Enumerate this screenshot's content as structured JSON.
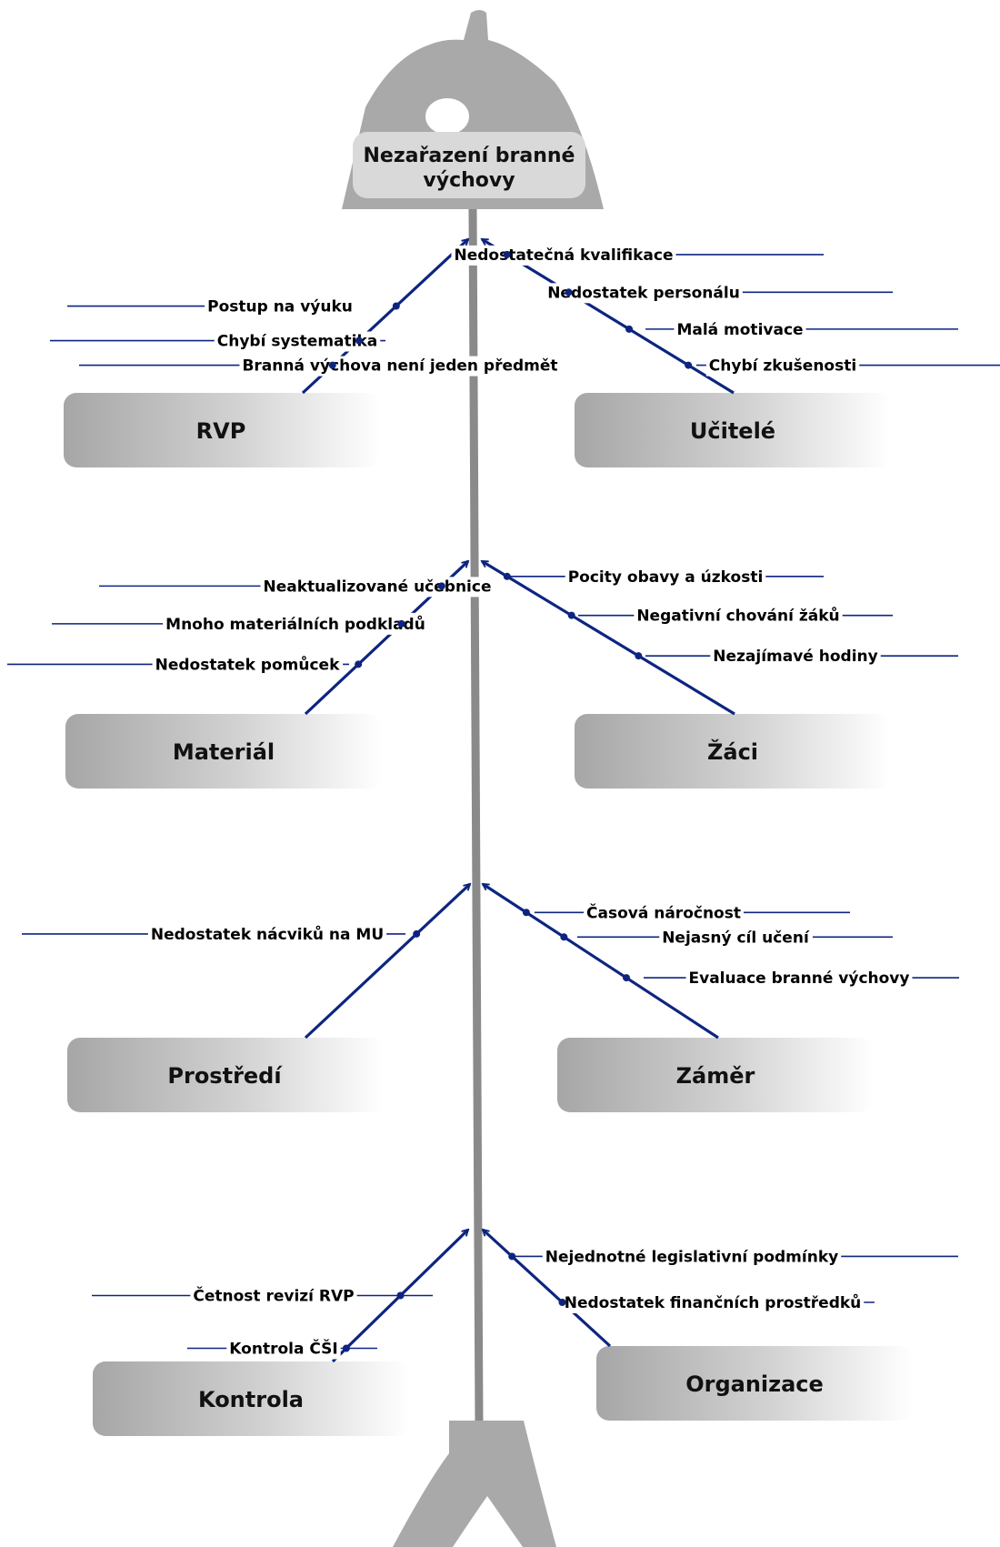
{
  "problem": {
    "line1": "Nezařazení branné",
    "line2": "výchovy"
  },
  "colors": {
    "bone": "#8a8a8a",
    "fish": "#a9a9a9",
    "arrow": "#0d2580",
    "box_dark": "#a6a6a6",
    "box_light": "#ffffff"
  },
  "categories": [
    {
      "id": "rvp",
      "label": "RVP",
      "side": "left",
      "causes": [
        "Branná výchova není jeden předmět",
        "Chybí systematika",
        "Postup na výuku"
      ]
    },
    {
      "id": "ucitele",
      "label": "Učitelé",
      "side": "right",
      "causes": [
        "Nedostatečná kvalifikace",
        "Nedostatek personálu",
        "Malá motivace",
        "Chybí zkušenosti"
      ]
    },
    {
      "id": "material",
      "label": "Materiál",
      "side": "left",
      "causes": [
        "Neaktualizované učebnice",
        "Mnoho materiálních podkladů",
        "Nedostatek pomůcek"
      ]
    },
    {
      "id": "zaci",
      "label": "Žáci",
      "side": "right",
      "causes": [
        "Pocity obavy a úzkosti",
        "Negativní chování žáků",
        "Nezajímavé hodiny"
      ]
    },
    {
      "id": "prostredi",
      "label": "Prostředí",
      "side": "left",
      "causes": [
        "Nedostatek nácviků na MU"
      ]
    },
    {
      "id": "zamer",
      "label": "Záměr",
      "side": "right",
      "causes": [
        "Časová náročnost",
        "Nejasný cíl učení",
        "Evaluace branné výchovy"
      ]
    },
    {
      "id": "kontrola",
      "label": "Kontrola",
      "side": "left",
      "causes": [
        "Četnost revizí RVP",
        "Kontrola ČŠI"
      ]
    },
    {
      "id": "organizace",
      "label": "Organizace",
      "side": "right",
      "causes": [
        "Nejednotné legislativní podmínky",
        "Nedostatek finančních prostředků"
      ]
    }
  ]
}
